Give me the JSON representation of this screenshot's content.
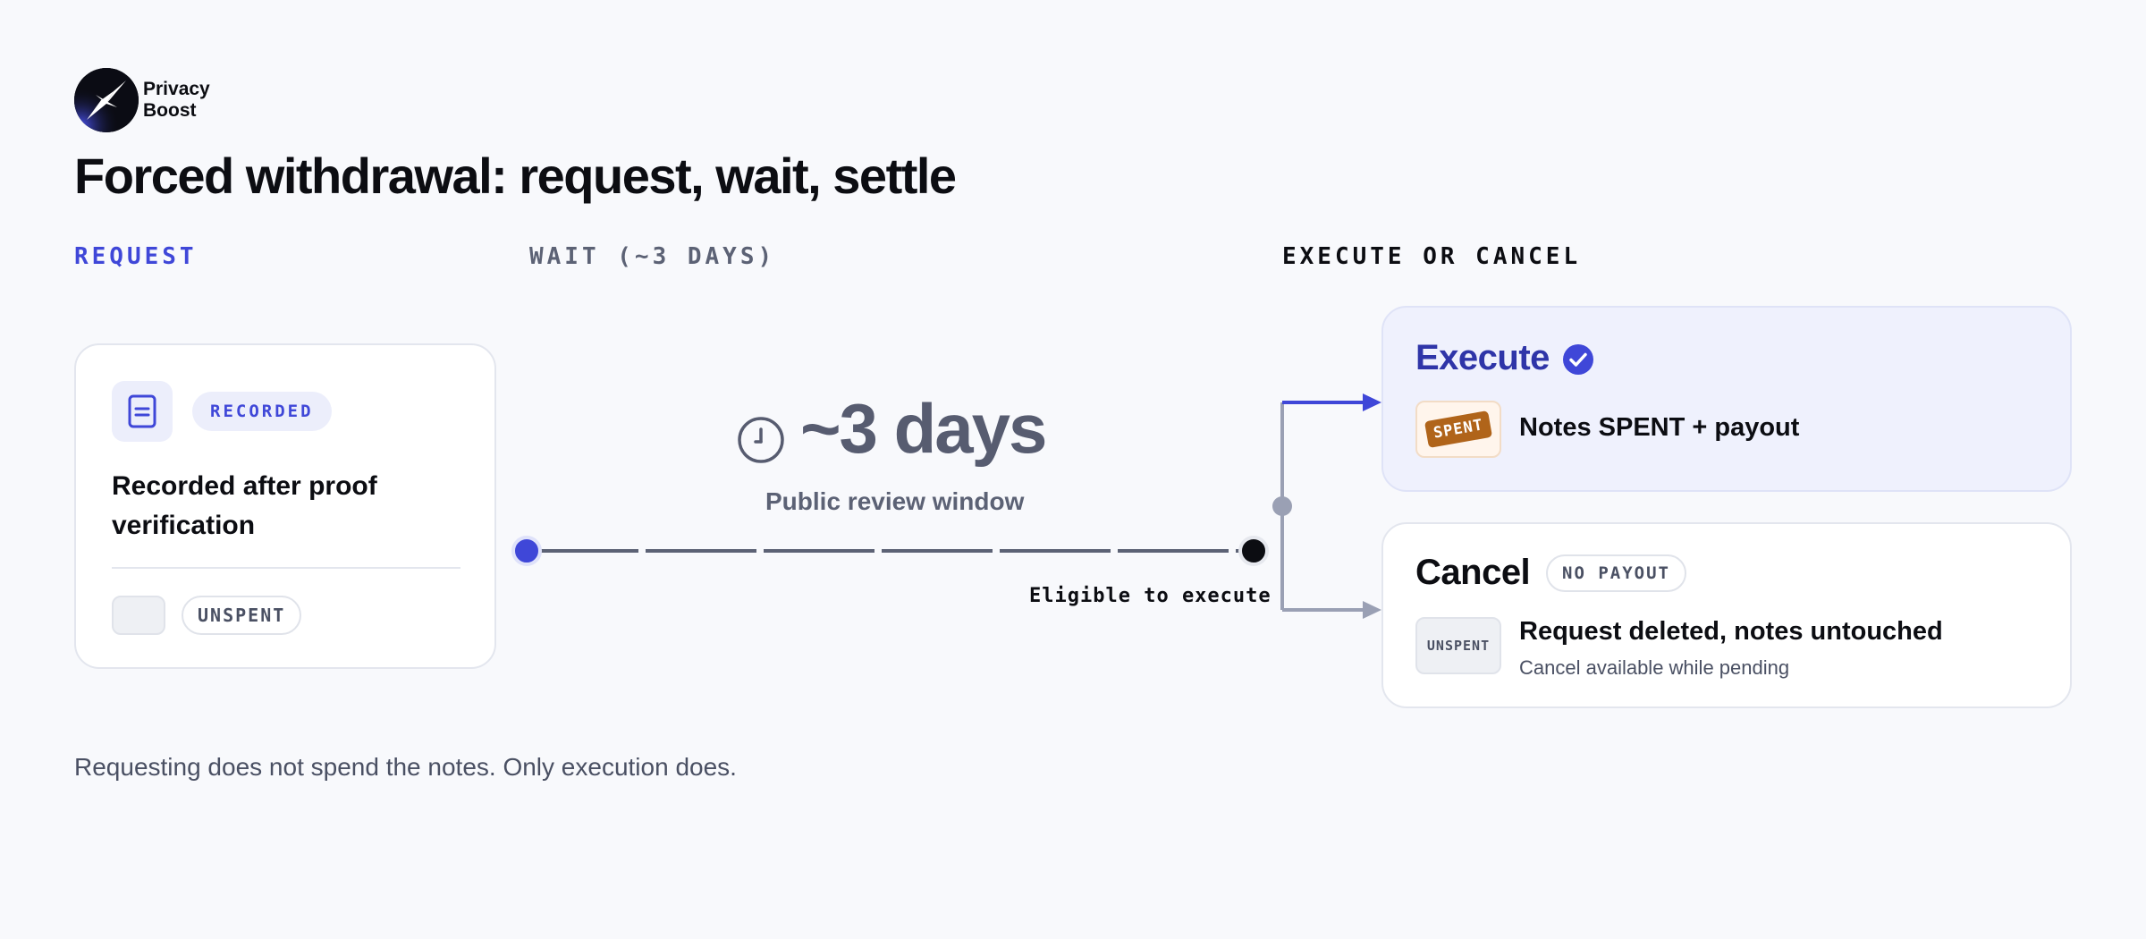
{
  "brand": {
    "name_line1": "Privacy",
    "name_line2": "Boost"
  },
  "title": "Forced withdrawal: request, wait, settle",
  "stages": {
    "request": "REQUEST",
    "wait": "WAIT (~3 DAYS)",
    "execute_or_cancel": "EXECUTE OR CANCEL"
  },
  "request_card": {
    "icon": "document-icon",
    "badge": "RECORDED",
    "text": "Recorded after proof verification",
    "status_badge": "UNSPENT"
  },
  "wait": {
    "icon": "clock-icon",
    "duration": "~3 days",
    "subtitle": "Public review window",
    "end_label": "Eligible to execute"
  },
  "execute_card": {
    "title": "Execute",
    "icon": "check-circle-icon",
    "stamp": "SPENT",
    "text": "Notes SPENT + payout"
  },
  "cancel_card": {
    "title": "Cancel",
    "badge": "NO PAYOUT",
    "status_box": "UNSPENT",
    "text": "Request deleted, notes untouched",
    "subtext": "Cancel available while pending"
  },
  "footnote": "Requesting does not spend the notes. Only execution does.",
  "colors": {
    "accent": "#3f47d8",
    "execute_title": "#2f35a8",
    "spent_stamp": "#b0641a",
    "line": "#5c6275",
    "branch_grey": "#9aa0b4"
  }
}
